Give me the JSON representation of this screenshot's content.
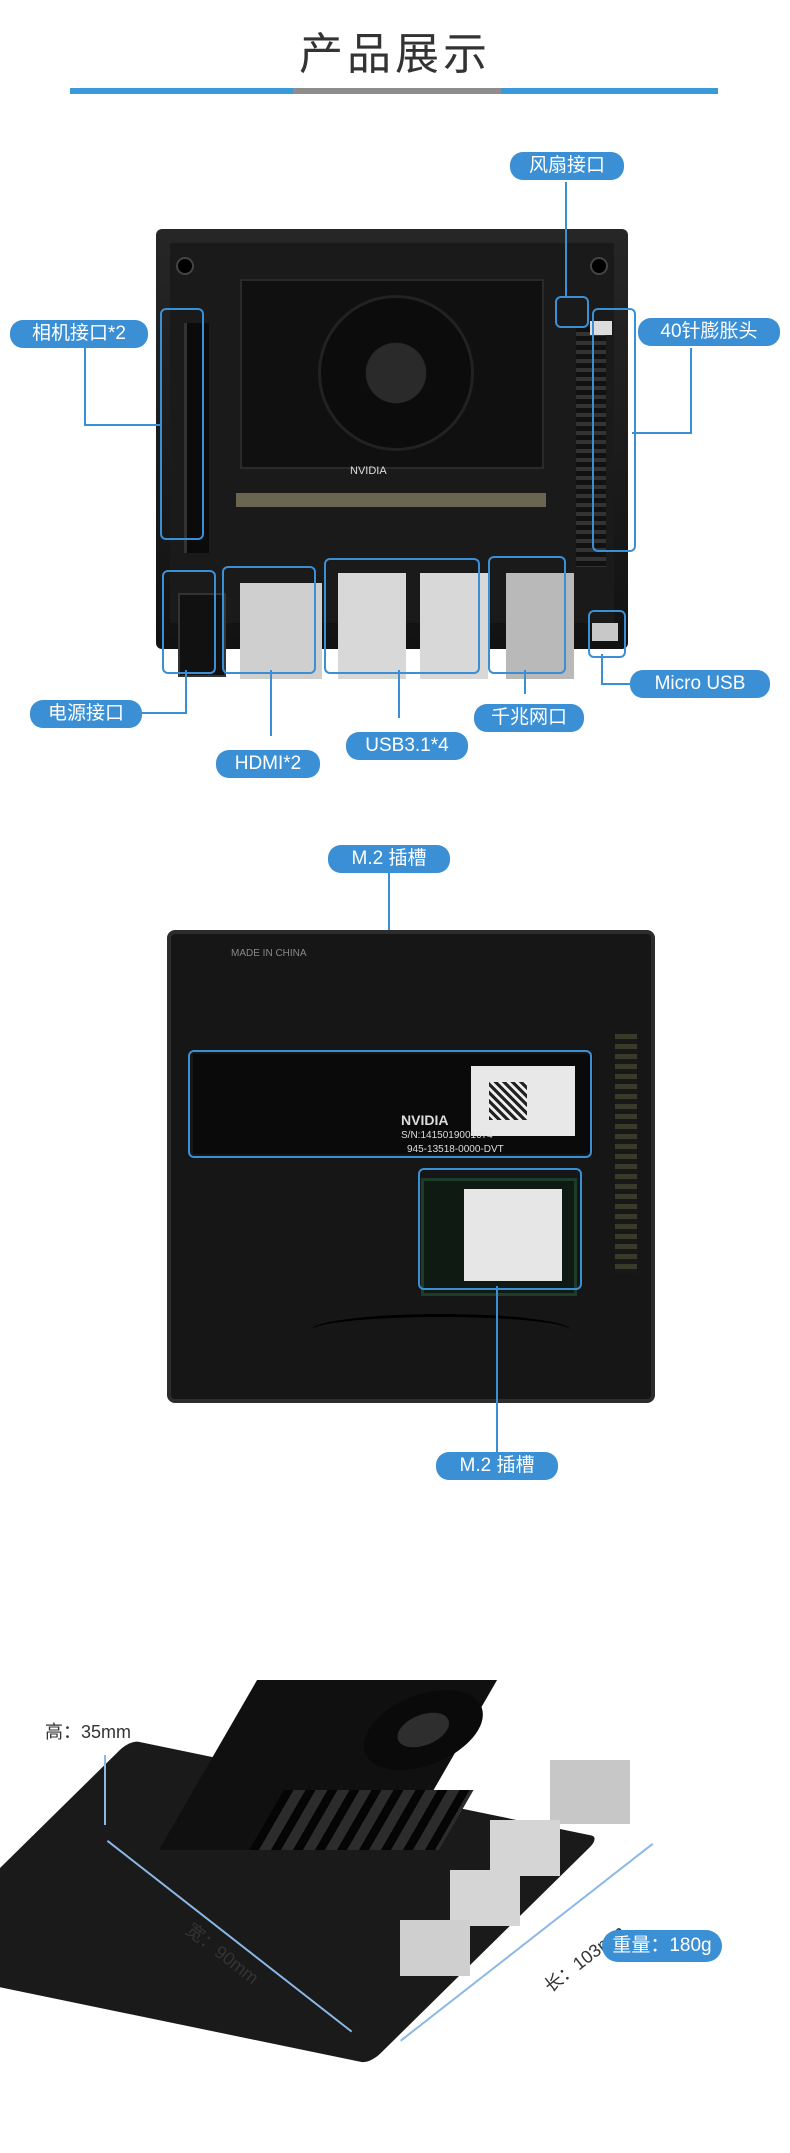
{
  "title": "产品展示",
  "colors": {
    "accent": "#3a8fd5",
    "bar": "#3a9ad9",
    "bar_mid": "#8d8d8d",
    "board": "#1a1a1a"
  },
  "section1": {
    "labels": {
      "fan": "风扇接口",
      "camera": "相机接口*2",
      "gpio": "40针膨胀头",
      "power": "电源接口",
      "hdmi": "HDMI*2",
      "usb": "USB3.1*4",
      "ethernet": "千兆网口",
      "micro_usb": "Micro USB"
    },
    "board_brand": "NVIDIA"
  },
  "section2": {
    "labels": {
      "m2_top": "M.2 插槽",
      "m2_bottom": "M.2 插槽"
    },
    "board_text": {
      "sn": "S/N:1415019001074",
      "part": "945-13518-0000-DVT",
      "brand": "NVIDIA",
      "made": "MADE IN CHINA"
    }
  },
  "section3": {
    "height": "高：35mm",
    "width": "宽：90mm",
    "length": "长：103mm",
    "weight": "重量：180g"
  }
}
